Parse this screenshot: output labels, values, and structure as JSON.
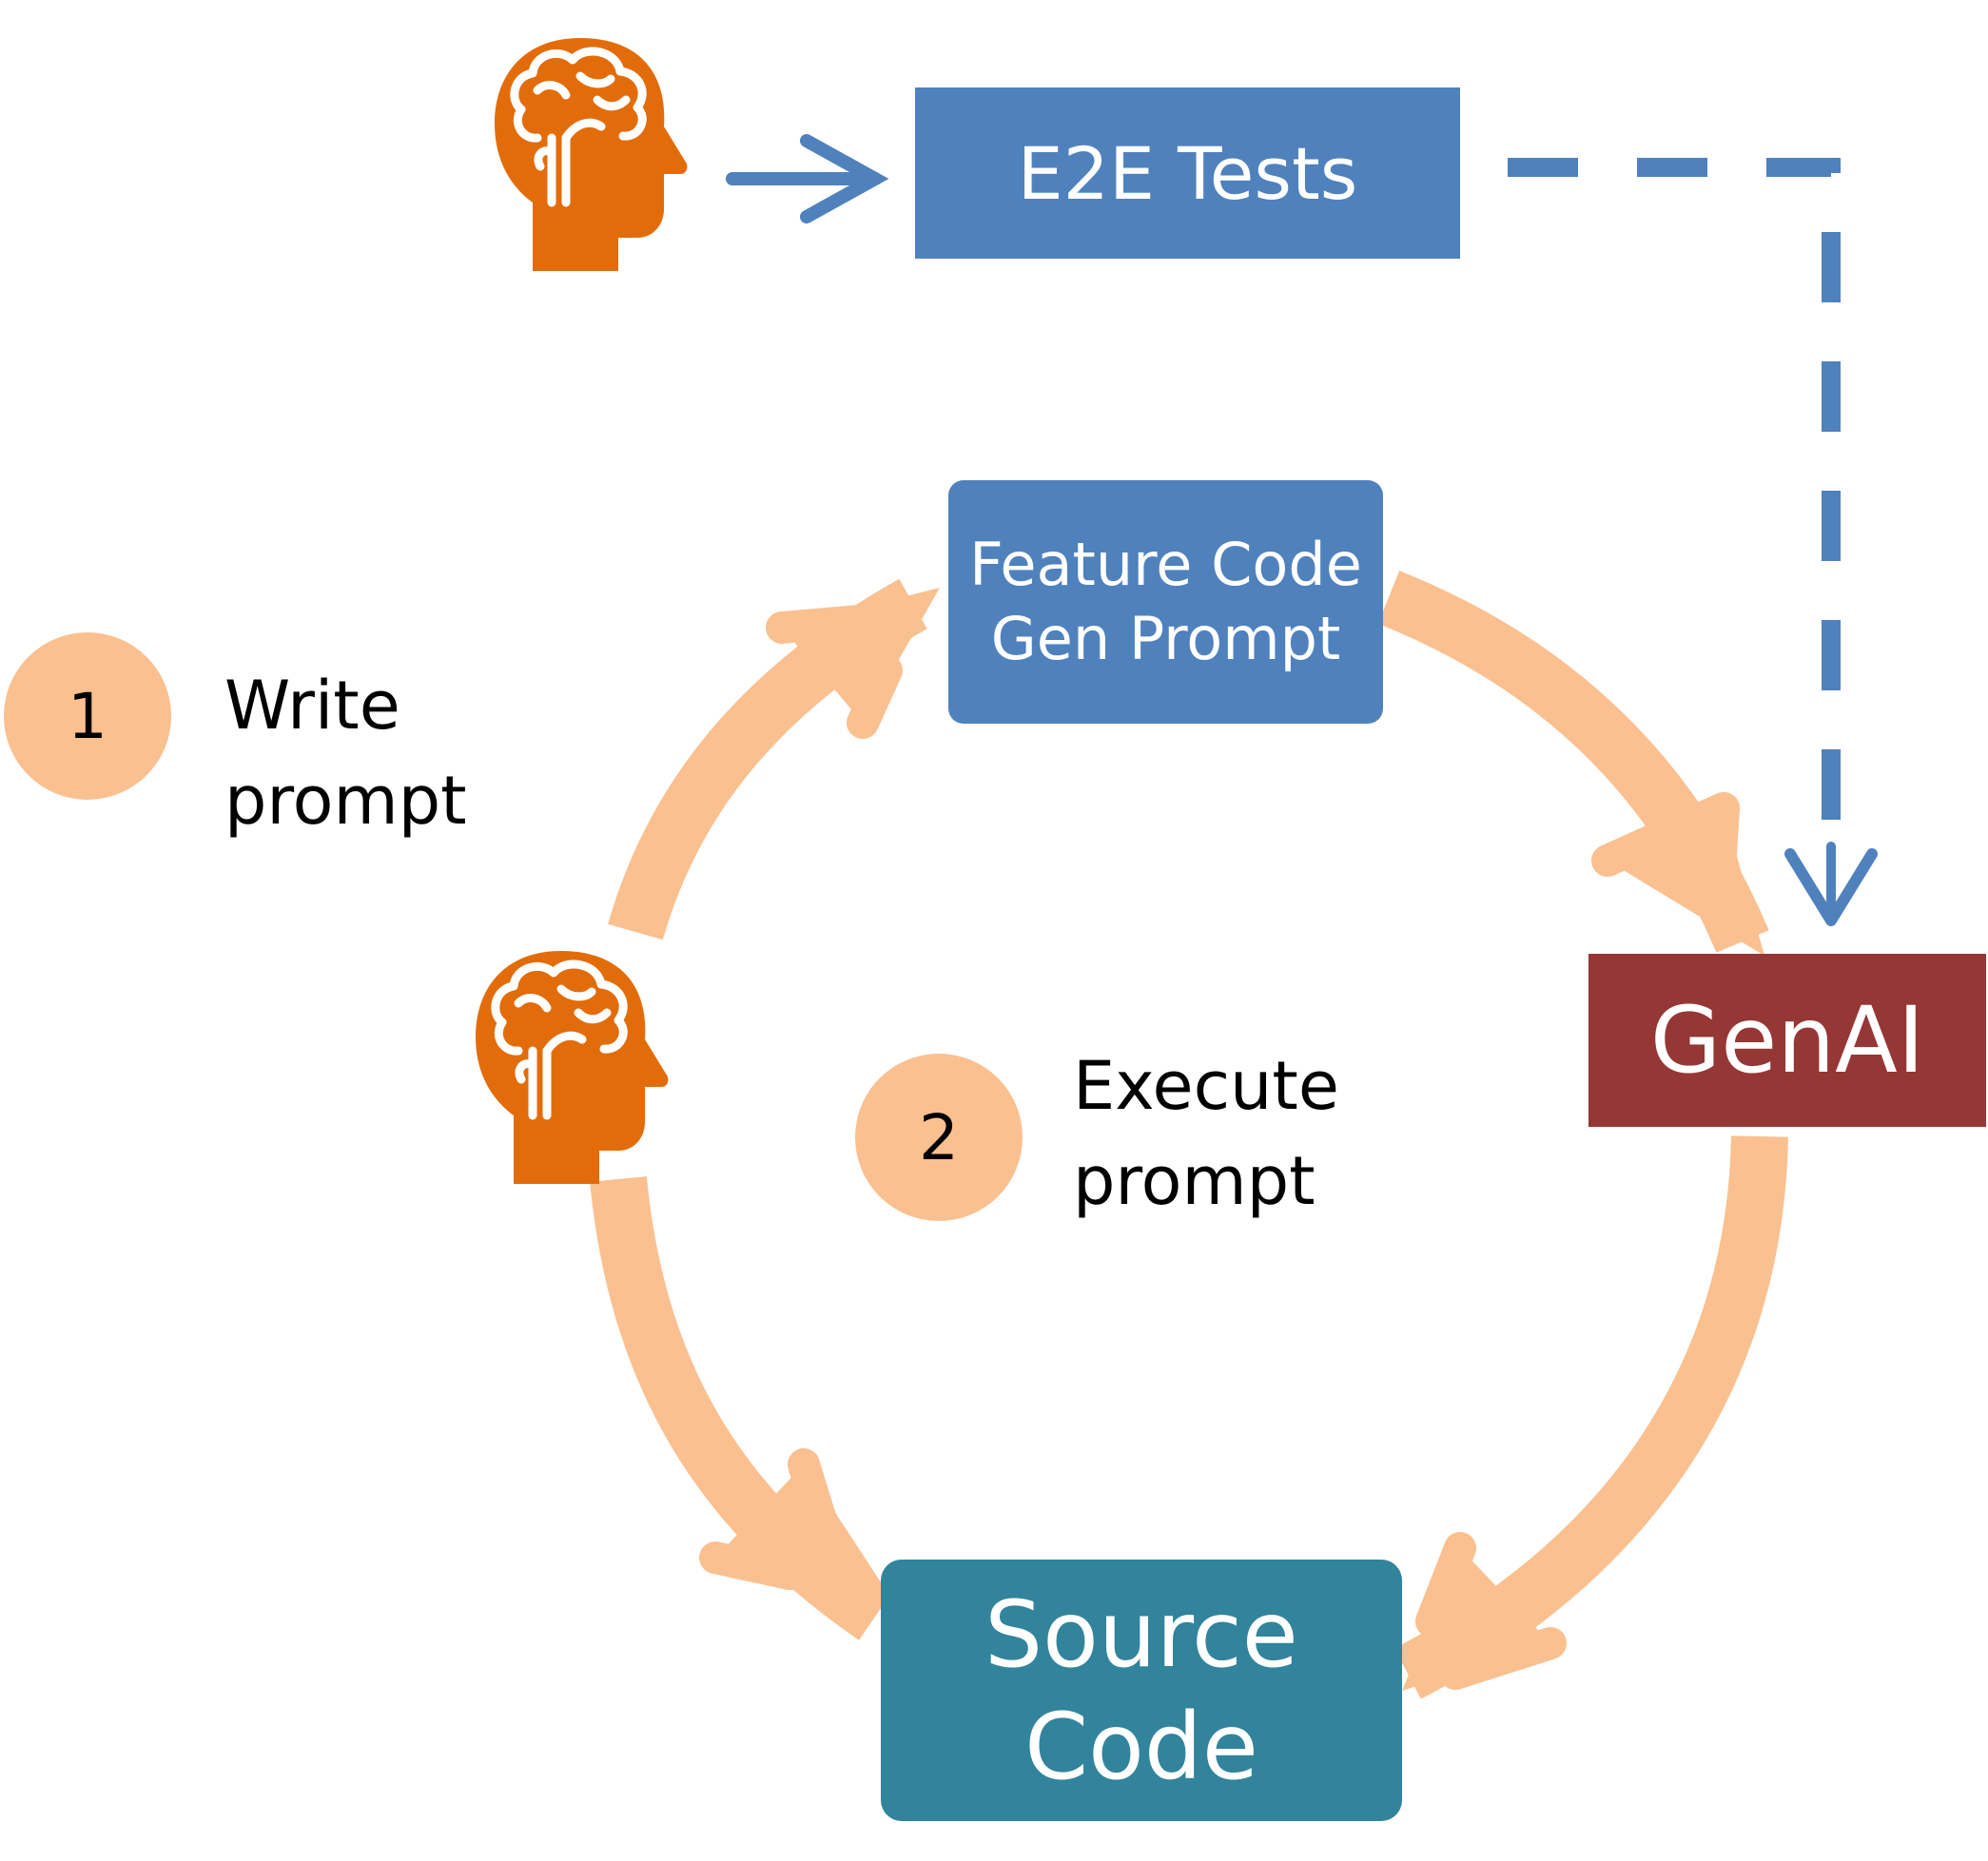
{
  "boxes": {
    "e2e_tests": "E2E Tests",
    "feature_prompt": [
      "Feature Code",
      "Gen Prompt"
    ],
    "genai": "GenAI",
    "source_code": [
      "Source",
      "Code"
    ]
  },
  "steps": [
    {
      "number": "1",
      "label": [
        "Write",
        "prompt"
      ]
    },
    {
      "number": "2",
      "label": [
        "Execute",
        "prompt"
      ]
    }
  ],
  "icons": [
    "brain-head-icon",
    "brain-head-icon"
  ],
  "colors": {
    "blue": "#4f81bd",
    "genai_red": "#953735",
    "teal": "#31849b",
    "peach": "#fac090",
    "orange": "#e36c0a"
  }
}
